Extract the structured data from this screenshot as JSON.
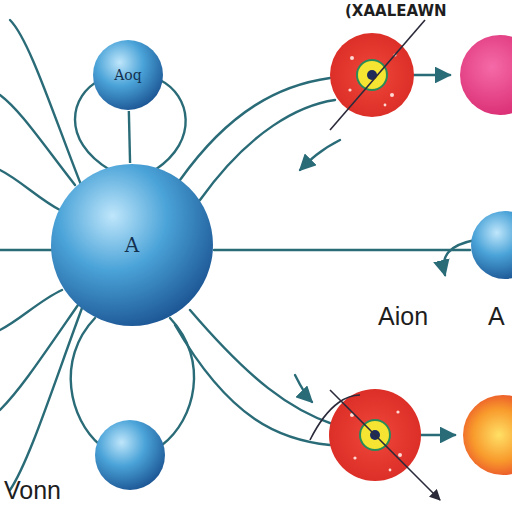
{
  "diagram": {
    "nodes": [
      {
        "text": [
          "Aoq"
        ]
      },
      {
        "text": [
          "A"
        ]
      }
    ],
    "edges": [
      {
        "from": 1,
        "to": 0,
        "arrow": "none"
      }
    ],
    "labels": [
      "(XAALEAWN",
      "Aion",
      "A",
      "Vonn"
    ]
  }
}
